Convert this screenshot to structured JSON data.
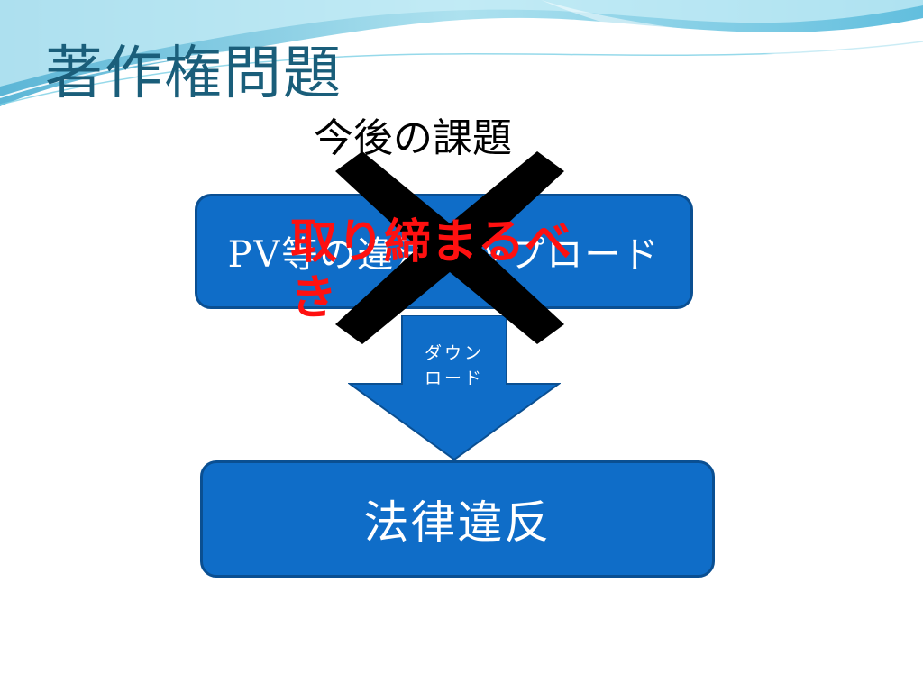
{
  "slide": {
    "title": "著作権問題",
    "subtitle": "今後の課題",
    "top_box": "PV等の違法アップロード",
    "arrow_label_line1": "ダウン",
    "arrow_label_line2": "ロード",
    "bottom_box": "法律違反",
    "overlay": "取り締まるべき"
  },
  "colors": {
    "title": "#1a5e7a",
    "box_fill": "#0f6dc8",
    "box_border": "#0a4f92",
    "cross": "#000000",
    "overlay_text": "#ff1010",
    "wave": "#5bc0dc"
  },
  "icons": [
    "cross-mark-icon",
    "down-arrow-icon"
  ]
}
